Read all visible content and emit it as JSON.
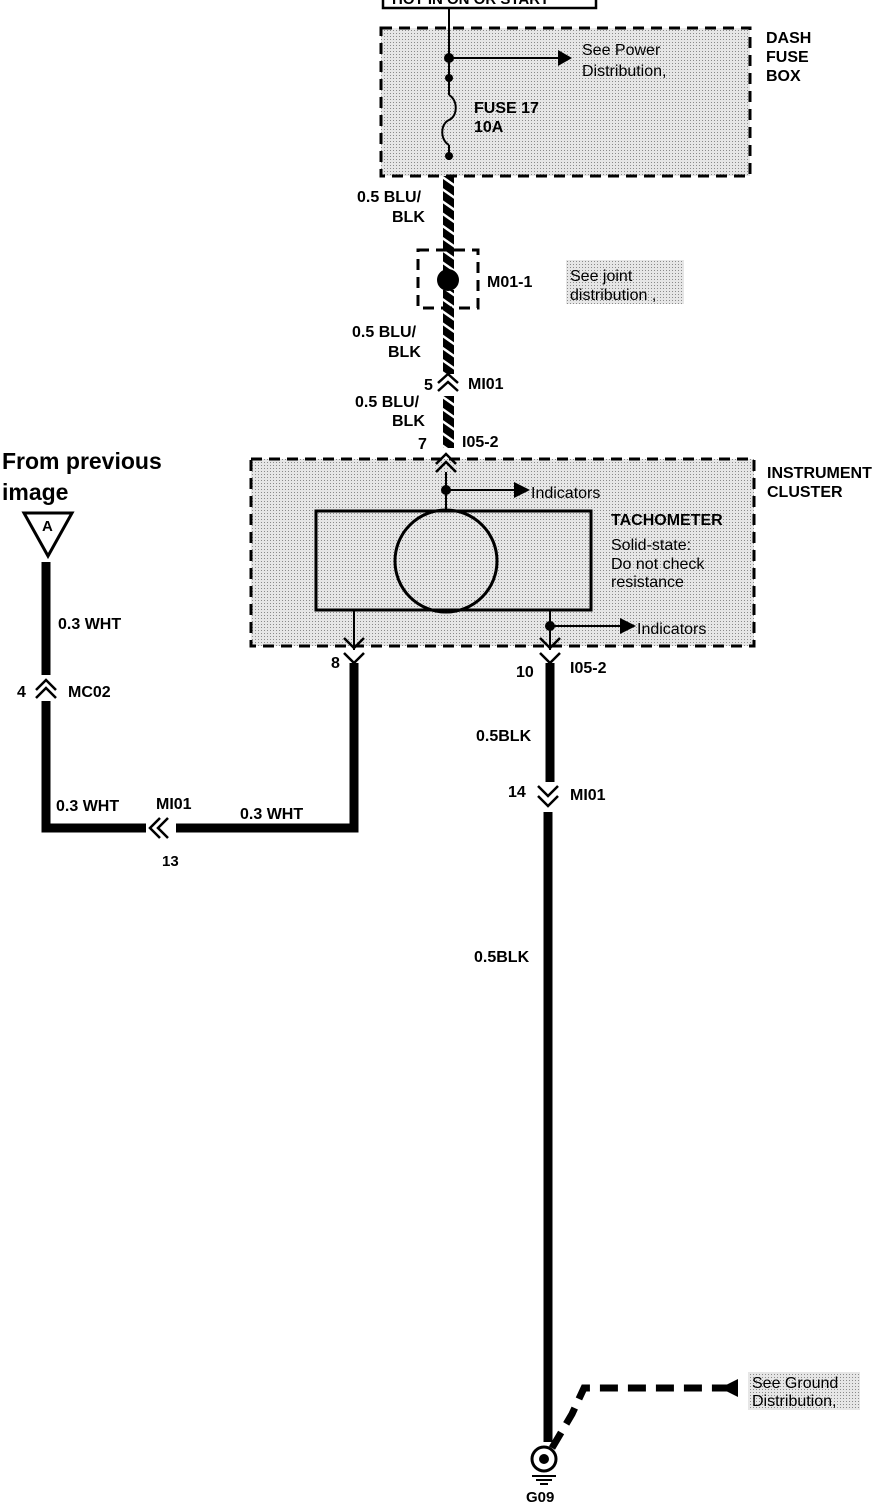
{
  "header": {
    "supply_label": "HOT IN ON OR START"
  },
  "dash_fuse_box": {
    "title_line1": "DASH",
    "title_line2": "FUSE",
    "title_line3": "BOX",
    "power_ref_line1": "See Power",
    "power_ref_line2": "Distribution,",
    "fuse_name": "FUSE 17",
    "fuse_rating": "10A"
  },
  "wires": {
    "w1_line1": "0.5 BLU/",
    "w1_line2": "BLK",
    "w2_line1": "0.5 BLU/",
    "w2_line2": "BLK",
    "w3_line1": "0.5 BLU/",
    "w3_line2": "BLK",
    "wht_a": "0.3 WHT",
    "wht_b": "0.3 WHT",
    "wht_c": "0.3 WHT",
    "blk_a": "0.5BLK",
    "blk_b": "0.5BLK"
  },
  "joint": {
    "name": "M01-1",
    "ref_line1": "See joint",
    "ref_line2": "distribution ,"
  },
  "connectors": {
    "mi01_top_pin": "5",
    "mi01_top_name": "MI01",
    "i05_top_pin": "7",
    "i05_top_name": "I05-2",
    "pin8": "8",
    "pin10": "10",
    "i05_bottom_name": "I05-2",
    "mi01_mid_pin": "14",
    "mi01_mid_name": "MI01",
    "mc02_pin": "4",
    "mc02_name": "MC02",
    "mi01_left_name": "MI01",
    "mi01_left_pin": "13"
  },
  "instrument_cluster": {
    "title_line1": "INSTRUMENT",
    "title_line2": "CLUSTER",
    "indicators_top": "Indicators",
    "indicators_bottom": "Indicators",
    "tach_name": "TACHOMETER",
    "tach_note_line1": "Solid-state:",
    "tach_note_line2": "Do not check",
    "tach_note_line3": "resistance"
  },
  "offpage": {
    "from_line1": "From previous",
    "from_line2": "image",
    "marker": "A"
  },
  "ground": {
    "name": "G09",
    "ref_line1": "See Ground",
    "ref_line2": "Distribution,"
  },
  "colors": {
    "ink": "#000000",
    "shade": "#d9d9d9",
    "paper": "#ffffff"
  }
}
